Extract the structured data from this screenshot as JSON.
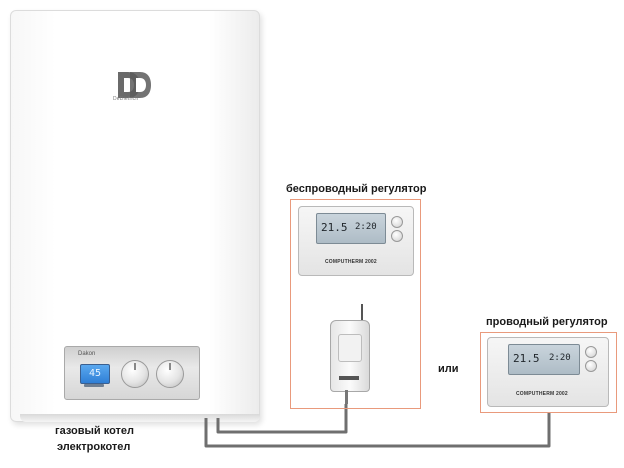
{
  "boiler": {
    "brand": "Dakon",
    "logo_caption": "DeDietrich",
    "display_value": "45"
  },
  "labels": {
    "wireless_regulator": "беспроводный регулятор",
    "wired_regulator": "проводный регулятор",
    "or": "или",
    "gas_boiler": "газовый котел",
    "electric_boiler": "электрокотел"
  },
  "thermostat": {
    "temperature": "21.5",
    "time": "2:20",
    "brand": "COMPUTHERM 2002"
  },
  "colors": {
    "frame_border": "#e99a7c",
    "cable": "#6f6f6f",
    "lcd": "#3b8fe0"
  }
}
